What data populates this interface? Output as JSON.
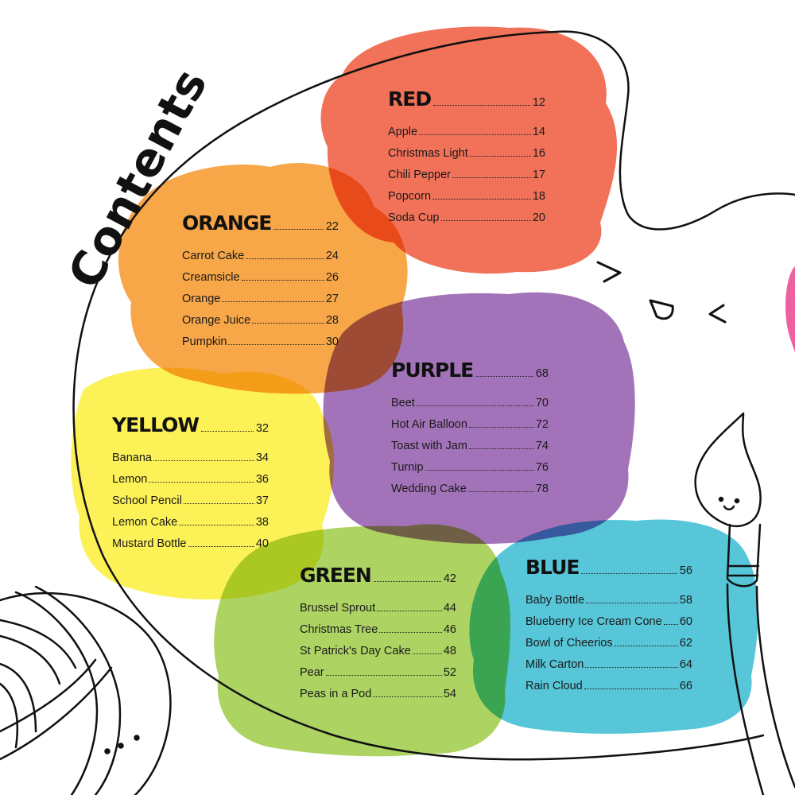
{
  "page_title": "Contents",
  "colors": {
    "red": "#F06A4F",
    "orange": "#F7A13E",
    "yellow": "#FCF04E",
    "purple": "#9E6BB5",
    "green": "#A9D15A",
    "blue": "#4DC3D6",
    "pink": "#EE5FA0",
    "line": "#111111"
  },
  "sections": [
    {
      "id": "red",
      "title": "RED",
      "page": "12",
      "items": [
        {
          "label": "Apple",
          "page": "14"
        },
        {
          "label": "Christmas Light",
          "page": "16"
        },
        {
          "label": "Chili Pepper",
          "page": "17"
        },
        {
          "label": "Popcorn",
          "page": "18"
        },
        {
          "label": "Soda Cup",
          "page": "20"
        }
      ]
    },
    {
      "id": "orange",
      "title": "ORANGE",
      "page": "22",
      "items": [
        {
          "label": "Carrot Cake",
          "page": "24"
        },
        {
          "label": "Creamsicle",
          "page": "26"
        },
        {
          "label": "Orange",
          "page": "27"
        },
        {
          "label": "Orange Juice",
          "page": "28"
        },
        {
          "label": "Pumpkin",
          "page": "30"
        }
      ]
    },
    {
      "id": "yellow",
      "title": "YELLOW",
      "page": "32",
      "items": [
        {
          "label": "Banana",
          "page": "34"
        },
        {
          "label": "Lemon",
          "page": "36"
        },
        {
          "label": "School Pencil",
          "page": "37"
        },
        {
          "label": "Lemon Cake",
          "page": "38"
        },
        {
          "label": "Mustard Bottle",
          "page": "40"
        }
      ]
    },
    {
      "id": "purple",
      "title": "PURPLE",
      "page": "68",
      "items": [
        {
          "label": "Beet",
          "page": "70"
        },
        {
          "label": "Hot Air Balloon",
          "page": "72"
        },
        {
          "label": "Toast with Jam",
          "page": "74"
        },
        {
          "label": "Turnip",
          "page": "76"
        },
        {
          "label": "Wedding Cake",
          "page": "78"
        }
      ]
    },
    {
      "id": "green",
      "title": "GREEN",
      "page": "42",
      "items": [
        {
          "label": "Brussel Sprout",
          "page": "44"
        },
        {
          "label": "Christmas Tree",
          "page": "46"
        },
        {
          "label": "St Patrick's Day Cake",
          "page": "48"
        },
        {
          "label": "Pear",
          "page": "52"
        },
        {
          "label": "Peas in a Pod",
          "page": "54"
        }
      ]
    },
    {
      "id": "blue",
      "title": "BLUE",
      "page": "56",
      "items": [
        {
          "label": "Baby Bottle",
          "page": "58"
        },
        {
          "label": "Blueberry Ice Cream Cone",
          "page": "60"
        },
        {
          "label": "Bowl of Cheerios",
          "page": "62"
        },
        {
          "label": "Milk Carton",
          "page": "64"
        },
        {
          "label": "Rain Cloud",
          "page": "66"
        }
      ]
    }
  ],
  "icons": [
    "palette-outline",
    "paintbrush-icon",
    "yarn-ball-icon",
    "paint-splotch"
  ]
}
